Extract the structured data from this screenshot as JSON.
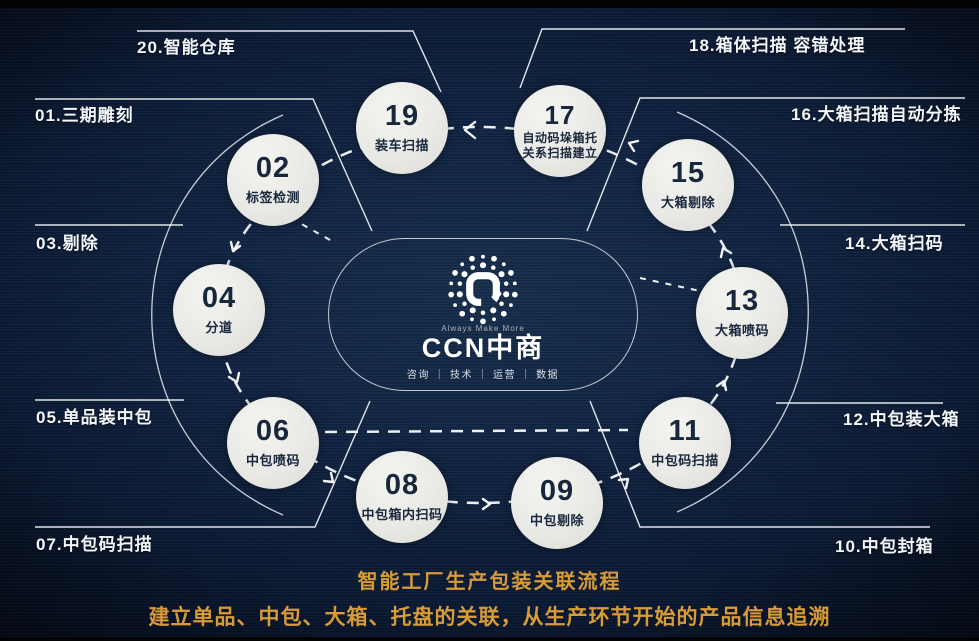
{
  "nodes": [
    {
      "num": "02",
      "label": "标签检测"
    },
    {
      "num": "04",
      "label": "分道"
    },
    {
      "num": "06",
      "label": "中包喷码"
    },
    {
      "num": "08",
      "label": "中包箱内扫码"
    },
    {
      "num": "09",
      "label": "中包剔除"
    },
    {
      "num": "11",
      "label": "中包码扫描"
    },
    {
      "num": "13",
      "label": "大箱喷码"
    },
    {
      "num": "15",
      "label": "大箱剔除"
    },
    {
      "num": "17",
      "label_lines": [
        "自动码垛箱托",
        "关系扫描建立"
      ]
    },
    {
      "num": "19",
      "label": "装车扫描"
    }
  ],
  "outer_labels": [
    {
      "id": "20",
      "text": "20.智能仓库"
    },
    {
      "id": "01",
      "text": "01.三期雕刻"
    },
    {
      "id": "03",
      "text": "03.剔除"
    },
    {
      "id": "05",
      "text": "05.单品装中包"
    },
    {
      "id": "07",
      "text": "07.中包码扫描"
    },
    {
      "id": "18",
      "text": "18.箱体扫描 容错处理"
    },
    {
      "id": "16",
      "text": "16.大箱扫描自动分拣"
    },
    {
      "id": "14",
      "text": "14.大箱扫码"
    },
    {
      "id": "12",
      "text": "12.中包装大箱"
    },
    {
      "id": "10",
      "text": "10.中包封箱"
    }
  ],
  "center": {
    "brand": "CCN中商",
    "tagline": "Always Make More",
    "services": "咨询 ｜ 技术 ｜ 运营 ｜ 数据"
  },
  "footer": {
    "line1": "智能工厂生产包装关联流程",
    "line2": "建立单品、中包、大箱、托盘的关联，从生产环节开始的产品信息追溯"
  },
  "colors": {
    "background_navy": "#122544",
    "circle_fill": "#e9e9e5",
    "node_text": "#18273c",
    "line_white": "#ffffff",
    "accent_gold": "#d89b38"
  }
}
